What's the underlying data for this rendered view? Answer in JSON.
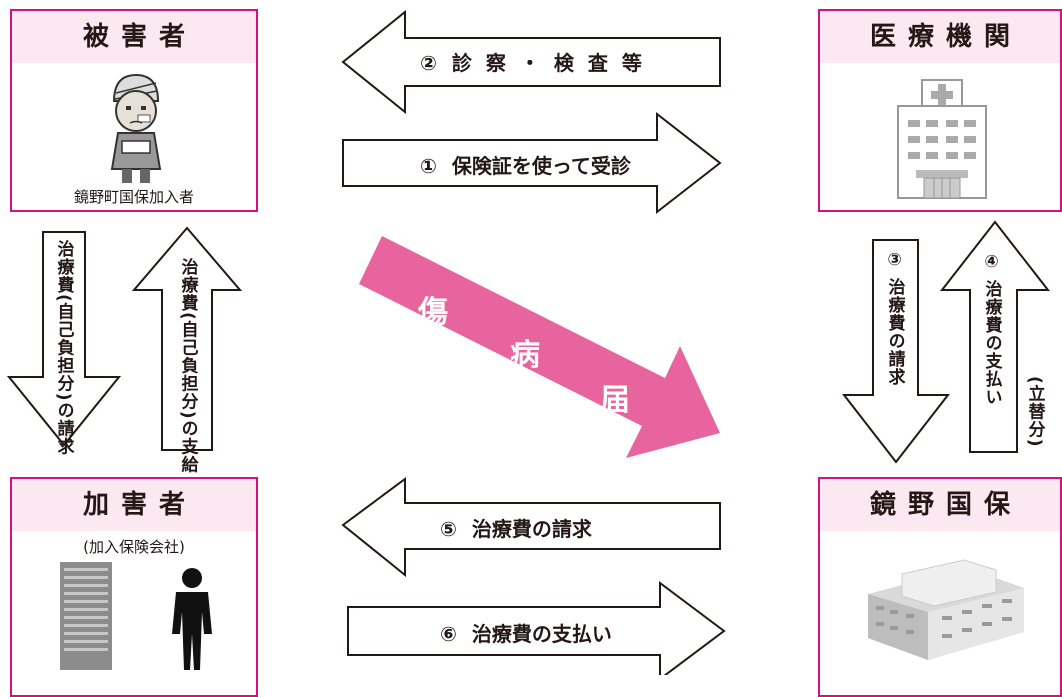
{
  "parties": {
    "victim": {
      "title": "被害者",
      "caption": "鏡野町国保加入者"
    },
    "hospital": {
      "title": "医療機関"
    },
    "perpetrator": {
      "title": "加害者",
      "caption": "(加入保険会社)"
    },
    "insurer": {
      "title": "鏡野国保"
    }
  },
  "flows": {
    "exam": {
      "number": "②",
      "label": "診察・検査等"
    },
    "visit": {
      "number": "①",
      "label": "保険証を使って受診"
    },
    "claim_victim": {
      "label": "治療費(自己負担分)の請求"
    },
    "pay_victim": {
      "label": "治療費(自己負担分)の支給"
    },
    "claim_hospital": {
      "number": "③",
      "label": "治療費の請求"
    },
    "pay_hospital": {
      "number": "④",
      "label": "治療費の支払い",
      "note": "(立替分)"
    },
    "claim_insurer": {
      "number": "⑤",
      "label": "治療費の請求"
    },
    "pay_insurer": {
      "number": "⑥",
      "label": "治療費の支払い"
    }
  },
  "injury_report": {
    "chars": [
      "傷",
      "病",
      "届"
    ],
    "color": "#e8649f"
  },
  "colors": {
    "accent": "#d6117f",
    "title_bg": "#fce8f1",
    "arrow_stroke": "#231815"
  }
}
